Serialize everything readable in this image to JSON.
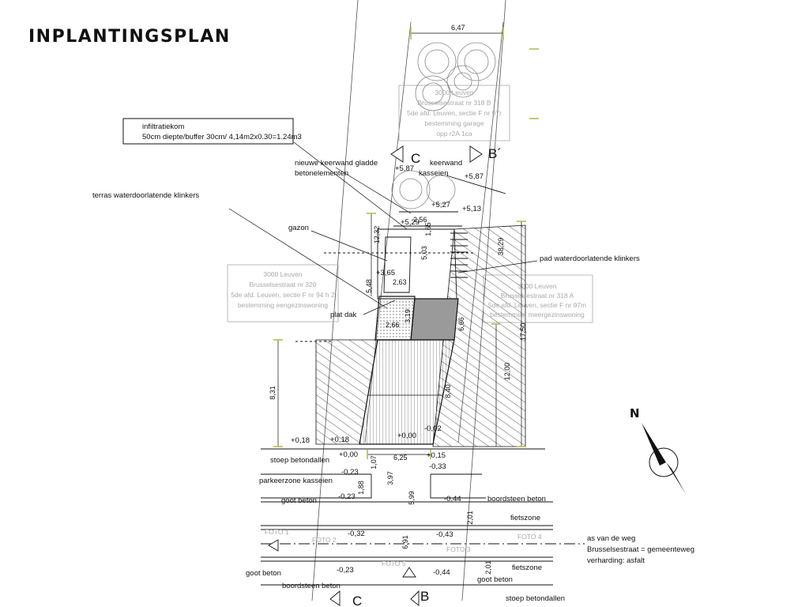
{
  "title": "INPLANTINGSPLAN",
  "labels": {
    "infiltratiekom_line1": "infiltratiekom",
    "infiltratiekom_line2": "50cm diepte/buffer 30cm/ 4,14m2x0.30=1.24m3",
    "keerwand_line1": "nieuwe keerwand gladde",
    "keerwand_line2": "betonelementen",
    "terras": "terras waterdoorlatende klinkers",
    "gazon": "gazon",
    "pad": "pad waterdoorlatende klinkers",
    "plat_dak": "plat dak",
    "stoep": "stoep betondallen",
    "parkeerzone": "parkeerzone kasseien",
    "goot_beton_1": "goot beton",
    "boordsteen_beton_1": "boordsteen beton",
    "fietszone_1": "fietszone",
    "as_weg_line1": "as van de weg",
    "as_weg_line2": "Brusselsestraat = gemeenteweg",
    "as_weg_line3": "verharding: asfalt",
    "fietszone_2": "fietszone",
    "goot_beton_2": "goot beton",
    "goot_beton_3": "goot beton",
    "boordsteen_beton_2": "boordsteen beton",
    "stoep_2": "stoep betondallen",
    "keerwand_kasseien_line1": "keerwand",
    "keerwand_kasseien_line2": "kasseien"
  },
  "parcels": {
    "top": [
      "3000 Leuven",
      "Brusselsestraat nr 318 B",
      "5de afd. Leuven, sectie F nr 97r",
      "bestemming garage",
      "opp r2A 1ca"
    ],
    "left": [
      "3000 Leuven",
      "Brusselsestraat nr 320",
      "5de afd. Leuven, sectie F nr 94 h 2",
      "bestemming eengezinswoning"
    ],
    "right": [
      "3000 Leuven",
      "Brusselsestraat nr 318 A",
      "5de afd. Leuven, sectie F nr 97m",
      "bestemming meergezinswoning"
    ]
  },
  "dimensions": {
    "top_width": "6,47",
    "front_width": "6,25",
    "side_total": "38,29",
    "side_upper": "17,50",
    "side_lower": "12,00",
    "left_upper": "12,32",
    "left_lower": "8,31",
    "building_mid": "8,40",
    "building_side": "6,66",
    "garden_a": "5,48",
    "garden_b": "5,03",
    "garden_c": "1,65",
    "garden_d": "2,63",
    "garden_e": "2,66",
    "garden_f": "2,56",
    "front_a": "1,07",
    "front_b": "3,97",
    "front_c": "1,88",
    "front_d": "5,99",
    "road_a": "2,01",
    "road_b": "6,91",
    "road_c": "2,01",
    "small_a": "3,19"
  },
  "levels": {
    "l1": "+5,87",
    "l2": "+5,87",
    "l3": "+5,27",
    "l4": "+5,13",
    "l5": "+5,29",
    "l6": "+3,65",
    "l7": "+0,18",
    "l8": "+0,18",
    "l9": "+0,00",
    "l10": "-0,02",
    "l11": "-0,23",
    "l12": "-0,33",
    "l13": "-0,23",
    "l14": "-0,44",
    "l15": "-0,32",
    "l16": "-0,43",
    "l17": "-0,23",
    "l18": "-0,44",
    "l19": "+0,15",
    "l20": "+0,00"
  },
  "sections": {
    "b_top": "B´",
    "c_top": "C",
    "b_bottom": "B",
    "c_bottom": "C"
  },
  "north_label": "N",
  "photo_labels": [
    "FOTO 1",
    "FOTO 2",
    "FOTO 3",
    "FOTO 4",
    "FOTO 5"
  ],
  "colors": {
    "ink": "#111111",
    "faint": "#a9a9a9",
    "grid": "#d8d8d8",
    "roof": "#9a9a9a",
    "markers": "#b9b95a"
  }
}
